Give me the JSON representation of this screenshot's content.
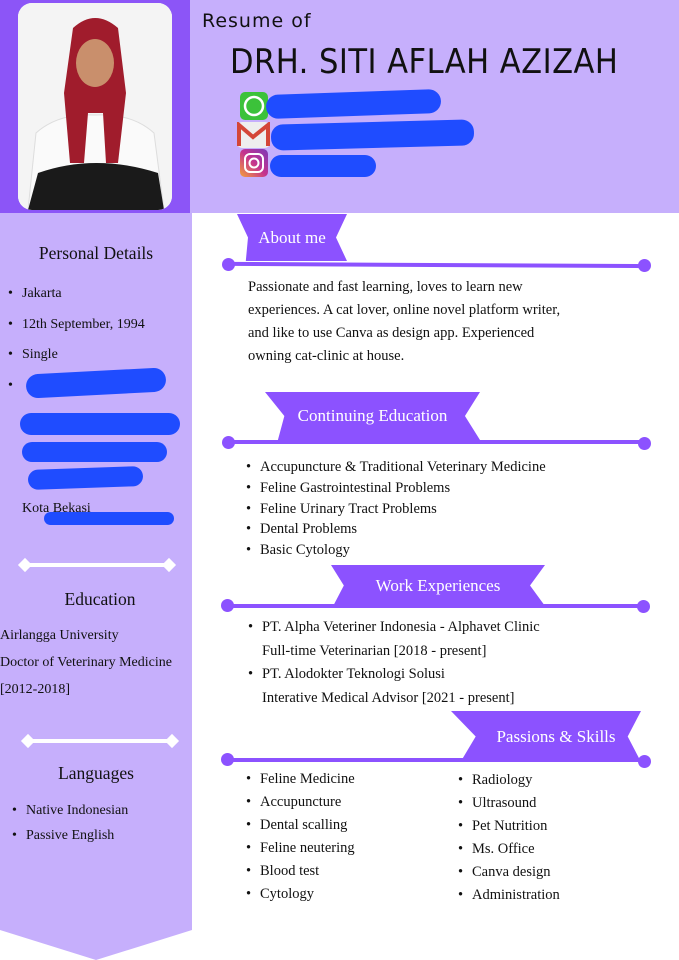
{
  "header": {
    "pre_title": "Resume of",
    "name": "DRH. SITI AFLAH AZIZAH",
    "contacts": [
      {
        "icon": "whatsapp-icon"
      },
      {
        "icon": "gmail-icon"
      },
      {
        "icon": "instagram-icon"
      }
    ]
  },
  "sidebar": {
    "personal_title": "Personal Details",
    "personal_items": [
      "Jakarta",
      "12th September, 1994",
      "Single"
    ],
    "address_last_line": "Kota Bekasi",
    "education_title": "Education",
    "education_lines": [
      "Airlangga University",
      "Doctor of Veterinary Medicine",
      "[2012-2018]"
    ],
    "languages_title": "Languages",
    "languages": [
      "Native Indonesian",
      "Passive English"
    ]
  },
  "about": {
    "title": "About me",
    "lines": [
      "Passionate and fast learning, loves to learn new",
      "experiences.  A cat lover, online novel platform writer,",
      "and like to use Canva as design app. Experienced",
      "owning cat-clinic at house."
    ]
  },
  "continuing": {
    "title": "Continuing Education",
    "items": [
      "Accupuncture & Traditional Veterinary Medicine",
      "Feline Gastrointestinal Problems",
      "Feline Urinary Tract Problems",
      "Dental Problems",
      "Basic Cytology"
    ]
  },
  "work": {
    "title": "Work Experiences",
    "items": [
      {
        "company": "PT. Alpha Veteriner Indonesia - Alphavet Clinic",
        "role": "Full-time Veterinarian [2018 - present]"
      },
      {
        "company": "PT. Alodokter Teknologi Solusi",
        "role": "Interative Medical Advisor [2021 - present]"
      }
    ]
  },
  "skills": {
    "title": "Passions & Skills",
    "col1": [
      "Feline Medicine",
      "Accupuncture",
      "Dental scalling",
      "Feline neutering",
      "Blood test",
      "Cytology"
    ],
    "col2": [
      "Radiology",
      "Ultrasound",
      "Pet Nutrition",
      "Ms. Office",
      "Canva design",
      "Administration"
    ]
  },
  "colors": {
    "lavender": "#c6affc",
    "purple": "#8c52ff",
    "redaction": "#1f4cff"
  }
}
